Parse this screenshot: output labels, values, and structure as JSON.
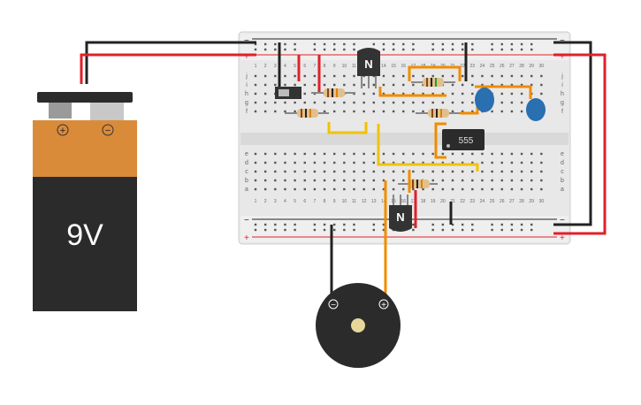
{
  "battery": {
    "voltage_label": "9V",
    "plus_symbol": "+",
    "minus_symbol": "−"
  },
  "breadboard": {
    "rail_plus": "+",
    "rail_minus": "−",
    "row_letters_top": [
      "j",
      "i",
      "h",
      "g",
      "f"
    ],
    "row_letters_bottom": [
      "e",
      "d",
      "c",
      "b",
      "a"
    ],
    "column_numbers": [
      "1",
      "2",
      "3",
      "4",
      "5",
      "6",
      "7",
      "8",
      "9",
      "10",
      "11",
      "12",
      "13",
      "14",
      "15",
      "16",
      "17",
      "18",
      "19",
      "20",
      "21",
      "22",
      "23",
      "24",
      "25",
      "26",
      "27",
      "28",
      "29",
      "30"
    ]
  },
  "components": {
    "ic_label": "555",
    "transistor_top_label": "N",
    "transistor_bottom_label": "N"
  },
  "buzzer": {
    "minus_symbol": "−",
    "plus_symbol": "+"
  },
  "colors": {
    "wire_red": "#e0202a",
    "wire_black": "#222222",
    "wire_orange": "#f08c00",
    "wire_yellow": "#f2c200",
    "breadboard": "#e6e6e6",
    "battery_orange": "#d98b3a",
    "battery_body": "#2b2b2b",
    "capacitor_blue": "#2a6fb0"
  }
}
